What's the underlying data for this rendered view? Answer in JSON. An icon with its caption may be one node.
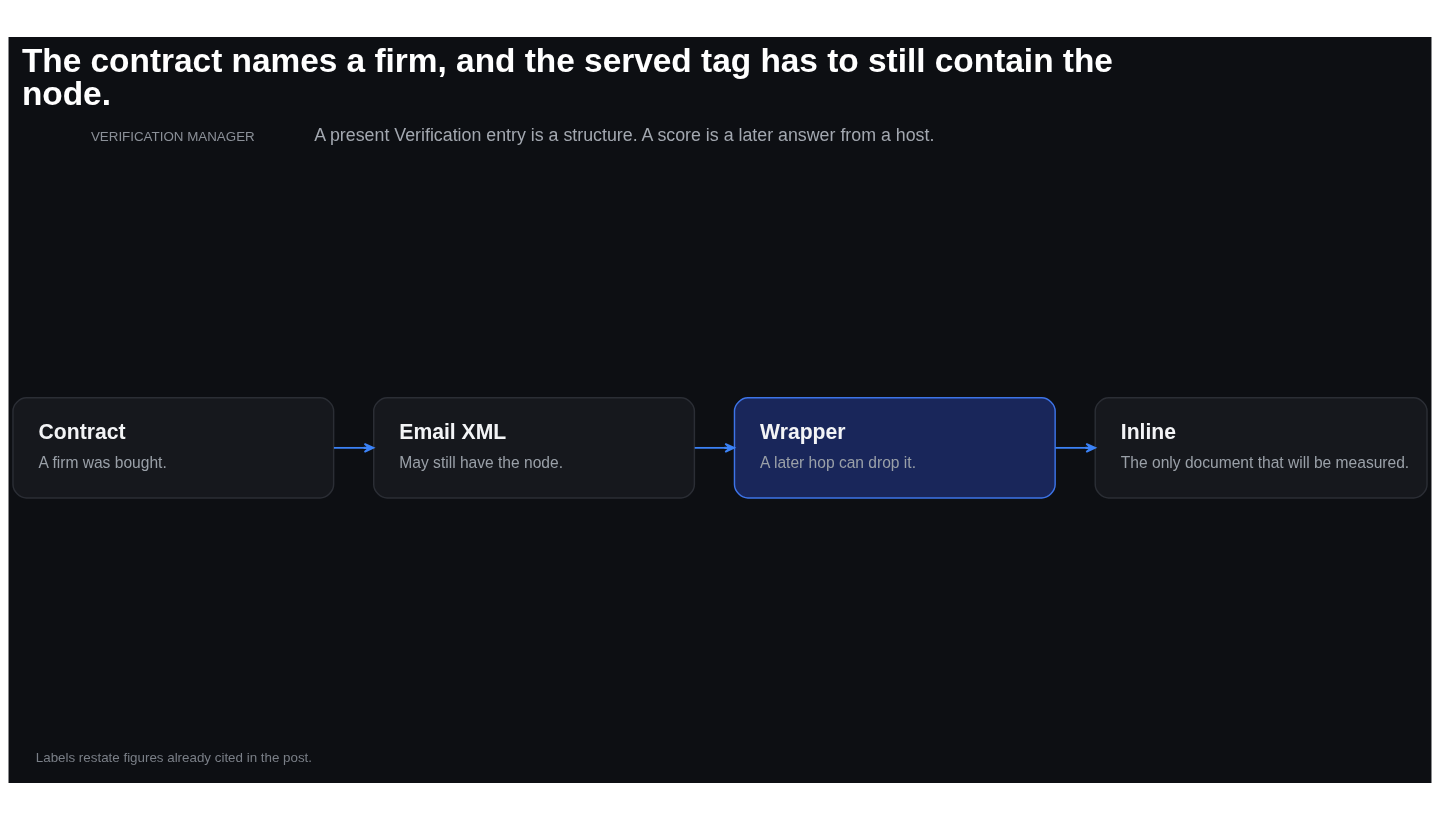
{
  "diagram": {
    "title": "The contract names a firm, and the served tag has to still contain the node.",
    "nodes": [
      {
        "text": [
          "Contract",
          "A firm was bought."
        ]
      },
      {
        "text": [
          "Email XML",
          "May still have the node."
        ]
      },
      {
        "text": [
          "Wrapper",
          "A later hop can drop it."
        ]
      },
      {
        "text": [
          "Inline",
          "The only document that will be measured."
        ]
      }
    ],
    "edges": [
      {
        "from": 0,
        "to": 1,
        "arrow": "to"
      },
      {
        "from": 1,
        "to": 2,
        "arrow": "to"
      },
      {
        "from": 2,
        "to": 3,
        "arrow": "to"
      }
    ],
    "labels": [
      "VERIFICATION MANAGER",
      "A present Verification entry is a structure. A score is a later answer from a host.",
      "Labels restate figures already cited in the post."
    ]
  }
}
